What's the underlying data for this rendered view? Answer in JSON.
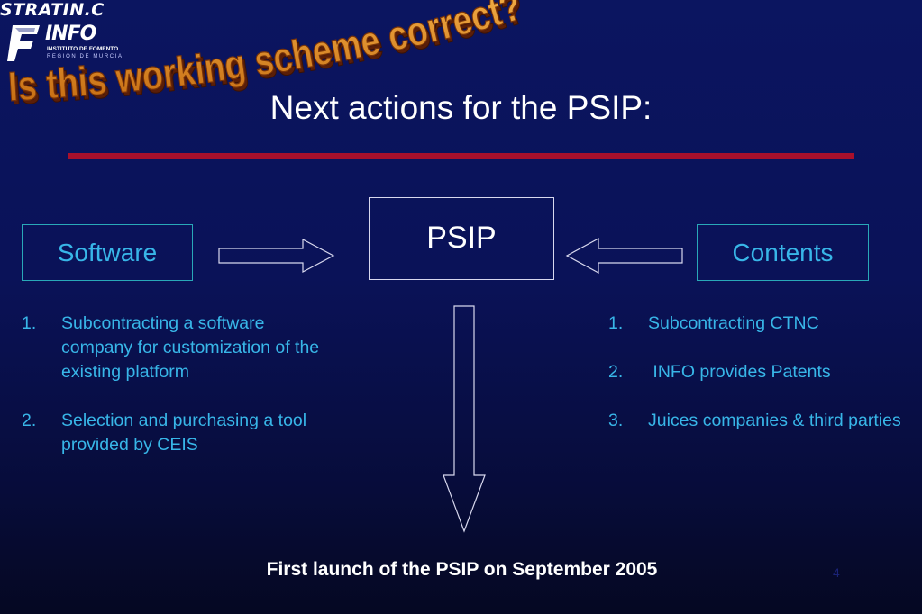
{
  "brand": "STRATIN.C",
  "logo": {
    "word": "INFO",
    "subtitle": "INSTITUTO DE FOMENTO",
    "region": "REGION DE MURCIA"
  },
  "wordart": "Is this working scheme correct?",
  "title": "Next actions for the PSIP:",
  "diagram": {
    "center": "PSIP",
    "left": "Software",
    "right": "Contents"
  },
  "left_list": [
    {
      "num": "1.",
      "text": "Subcontracting a software company for customization of the existing platform"
    },
    {
      "num": "2.",
      "text": "Selection and purchasing a tool provided by CEIS"
    }
  ],
  "right_list": [
    {
      "num": "1.",
      "text": "Subcontracting CTNC"
    },
    {
      "num": "2.",
      "text": " INFO provides Patents"
    },
    {
      "num": "3.",
      "text": "Juices companies & third parties"
    }
  ],
  "bottom_note": "First launch of the PSIP on September 2005",
  "page_number": "4",
  "colors": {
    "background": "#0a1258",
    "accent_bar": "#a8102c",
    "text_blue": "#38b6e8",
    "wordart_fill": "#d9821c"
  }
}
